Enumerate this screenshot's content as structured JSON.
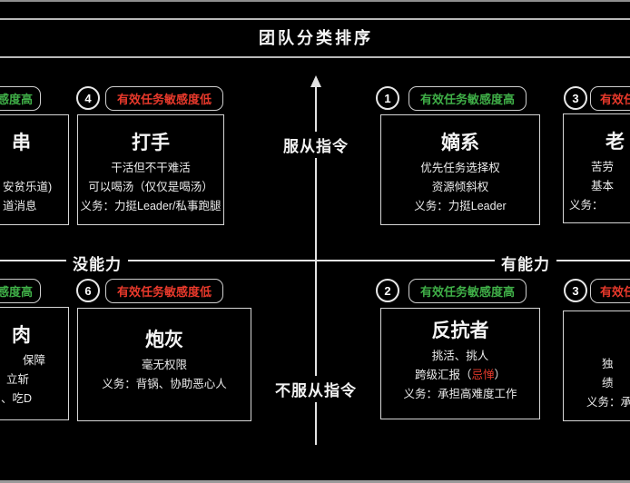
{
  "title": "团队分类排序",
  "colors": {
    "green": "#3fae47",
    "red": "#e8392b"
  },
  "axes": {
    "top": "服从指令",
    "bottom": "不服从指令",
    "left": "没能力",
    "right": "有能力"
  },
  "boxes": {
    "tl_cut": {
      "pill": "感度高",
      "title": "串",
      "line2": "安贫乐道)",
      "line3": "道消息"
    },
    "enforcer": {
      "rank": "4",
      "pill": "有效任务敏感度低",
      "title": "打手",
      "line1": "干活但不干难活",
      "line2": "可以喝汤（仅仅是喝汤）",
      "line3": "义务：力挺Leader/私事跑腿"
    },
    "core": {
      "rank": "1",
      "pill": "有效任务敏感度高",
      "title": "嫡系",
      "line1": "优先任务选择权",
      "line2": "资源倾斜权",
      "line3": "义务：力挺Leader"
    },
    "tr_cut": {
      "rank": "3",
      "pill": "有效任",
      "title": "老",
      "line1": "苦劳",
      "line2": "基本",
      "line3": "义务："
    },
    "bl_cut": {
      "pill": "感度高",
      "title": "肉",
      "line1": "保障",
      "line2": "立斩",
      "line3": "、吃D"
    },
    "fodder": {
      "rank": "6",
      "pill": "有效任务敏感度低",
      "title": "炮灰",
      "line1": "毫无权限",
      "line2": "义务：背锅、协助恶心人"
    },
    "rebel": {
      "rank": "2",
      "pill": "有效任务敏感度高",
      "title": "反抗者",
      "line1": "挑活、挑人",
      "line2_pre": "跨级汇报（",
      "line2_red": "忌惮",
      "line2_post": "）",
      "line3": "义务：承担高难度工作"
    },
    "br_cut": {
      "rank": "3",
      "pill": "有效任",
      "line1": "独",
      "line2": "绩",
      "line3": "义务：承"
    }
  }
}
